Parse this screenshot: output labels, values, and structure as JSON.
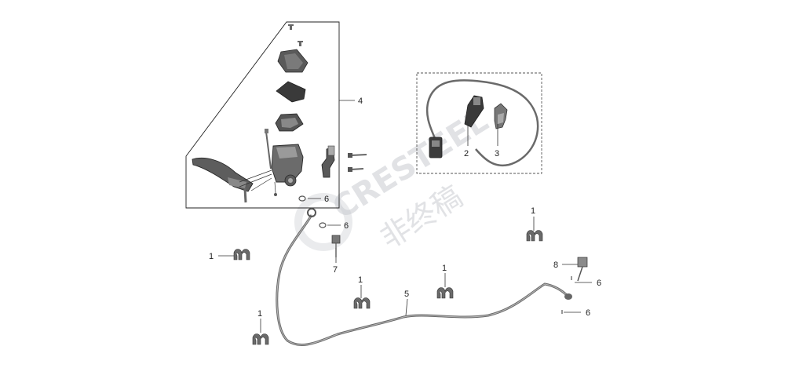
{
  "watermark": {
    "brand": "CRESTEEL",
    "draft_text": "非终稿"
  },
  "callouts": [
    {
      "id": "c-4",
      "text": "4"
    },
    {
      "id": "c-2",
      "text": "2"
    },
    {
      "id": "c-3",
      "text": "3"
    },
    {
      "id": "c-6a",
      "text": "6"
    },
    {
      "id": "c-6b",
      "text": "6"
    },
    {
      "id": "c-7",
      "text": "7"
    },
    {
      "id": "c-1a",
      "text": "1"
    },
    {
      "id": "c-1b",
      "text": "1"
    },
    {
      "id": "c-1c",
      "text": "1"
    },
    {
      "id": "c-1d",
      "text": "1"
    },
    {
      "id": "c-1e",
      "text": "1"
    },
    {
      "id": "c-5",
      "text": "5"
    },
    {
      "id": "c-8",
      "text": "8"
    },
    {
      "id": "c-6c",
      "text": "6"
    },
    {
      "id": "c-6d",
      "text": "6"
    }
  ]
}
